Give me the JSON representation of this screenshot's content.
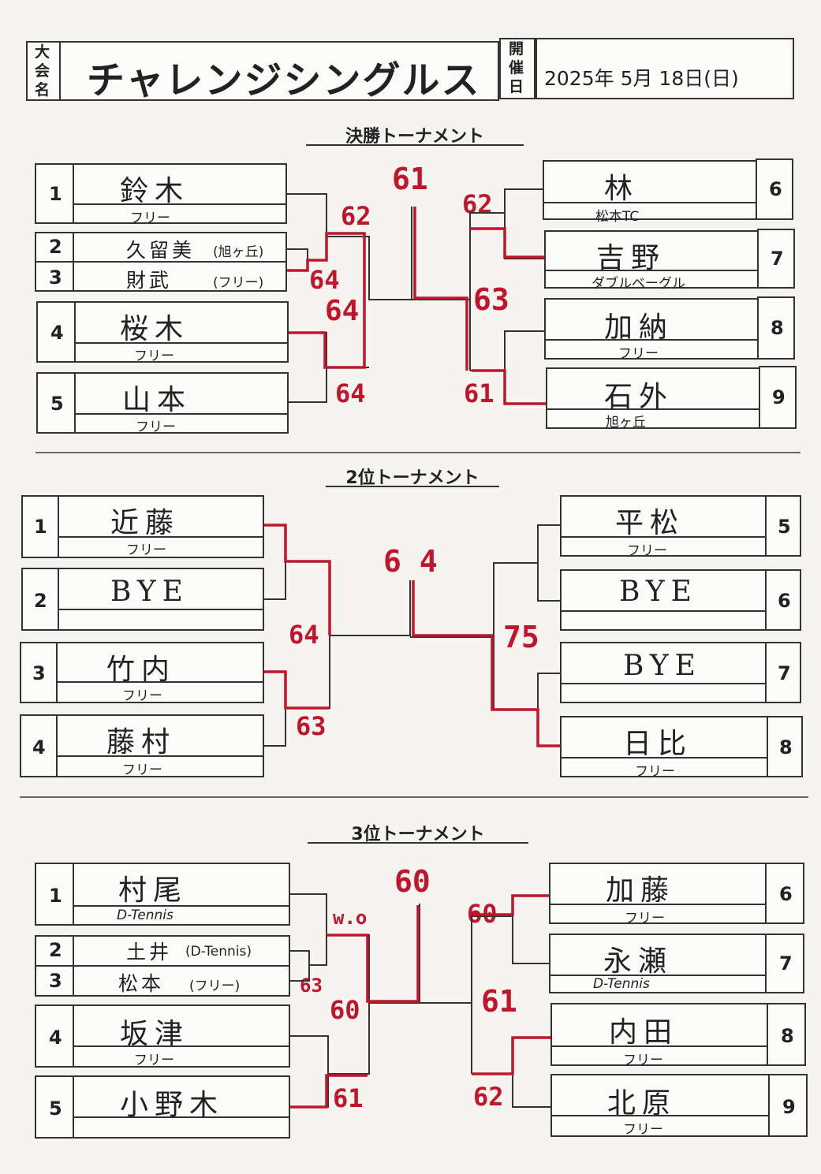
{
  "header": {
    "event_label": "大会名",
    "event_name": "チャレンジシングルス",
    "date_label": "開催日",
    "date": "2025年 5月 18日(日)"
  },
  "final": {
    "title": "決勝トーナメント",
    "players": [
      {
        "seed": "1",
        "name": "鈴木",
        "aff": "フリー"
      },
      {
        "seed": "2",
        "name": "久留美",
        "aff": "(旭ヶ丘)"
      },
      {
        "seed": "3",
        "name": "財武",
        "aff": "(フリー)"
      },
      {
        "seed": "4",
        "name": "桜木",
        "aff": "フリー"
      },
      {
        "seed": "5",
        "name": "山本",
        "aff": "フリー"
      },
      {
        "seed": "6",
        "name": "林",
        "aff": "松本TC"
      },
      {
        "seed": "7",
        "name": "吉野",
        "aff": "ダブルベーグル"
      },
      {
        "seed": "8",
        "name": "加納",
        "aff": "フリー"
      },
      {
        "seed": "9",
        "name": "石外",
        "aff": "旭ヶ丘"
      }
    ],
    "scores": [
      "61",
      "62",
      "64",
      "64",
      "64",
      "62",
      "63",
      "61"
    ]
  },
  "second": {
    "title": "2位トーナメント",
    "players": [
      {
        "seed": "1",
        "name": "近藤",
        "aff": "フリー"
      },
      {
        "seed": "2",
        "name": "BYE",
        "aff": ""
      },
      {
        "seed": "3",
        "name": "竹内",
        "aff": "フリー"
      },
      {
        "seed": "4",
        "name": "藤村",
        "aff": "フリー"
      },
      {
        "seed": "5",
        "name": "平松",
        "aff": "フリー"
      },
      {
        "seed": "6",
        "name": "BYE",
        "aff": ""
      },
      {
        "seed": "7",
        "name": "BYE",
        "aff": ""
      },
      {
        "seed": "8",
        "name": "日比",
        "aff": "フリー"
      }
    ],
    "scores": [
      "6 4",
      "64",
      "63",
      "75"
    ]
  },
  "third": {
    "title": "3位トーナメント",
    "players": [
      {
        "seed": "1",
        "name": "村尾",
        "aff": "D-Tennis"
      },
      {
        "seed": "2",
        "name": "土井",
        "aff": "(D-Tennis)"
      },
      {
        "seed": "3",
        "name": "松本",
        "aff": "(フリー)"
      },
      {
        "seed": "4",
        "name": "坂津",
        "aff": "フリー"
      },
      {
        "seed": "5",
        "name": "小野木",
        "aff": ""
      },
      {
        "seed": "6",
        "name": "加藤",
        "aff": "フリー"
      },
      {
        "seed": "7",
        "name": "永瀬",
        "aff": "D-Tennis"
      },
      {
        "seed": "8",
        "name": "内田",
        "aff": "フリー"
      },
      {
        "seed": "9",
        "name": "北原",
        "aff": "フリー"
      }
    ],
    "scores": [
      "60",
      "w.o",
      "63",
      "60",
      "61",
      "60",
      "61",
      "62"
    ]
  },
  "colors": {
    "ink": "#333333",
    "red": "#c0152a"
  }
}
